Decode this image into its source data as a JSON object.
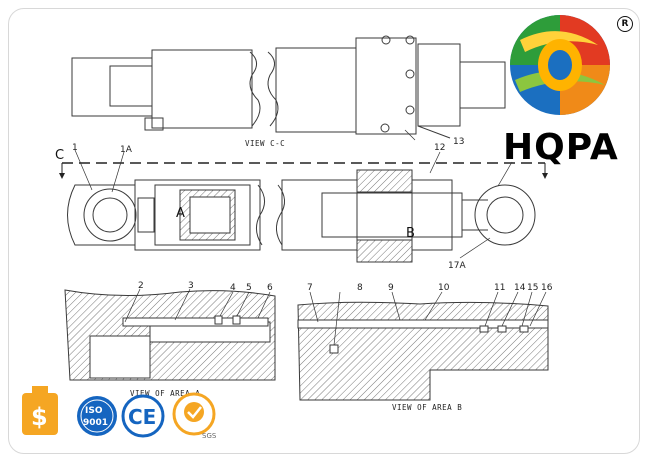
{
  "brand": {
    "name": "HQPA",
    "registered": "R"
  },
  "views": {
    "c_c": "VIEW C-C",
    "area_a": "VIEW OF AREA A",
    "area_b": "VIEW OF AREA B"
  },
  "section_marker": "C",
  "callouts": {
    "c1": "1",
    "c1a": "1A",
    "c12": "12",
    "c13": "13",
    "c17a": "17A",
    "c2": "2",
    "c3": "3",
    "c4": "4",
    "c5": "5",
    "c6": "6",
    "c7": "7",
    "c8": "8",
    "c9": "9",
    "c10": "10",
    "c11": "11",
    "c14": "14",
    "c15": "15",
    "c16": "16"
  },
  "area_letters": {
    "a": "A",
    "b": "B"
  },
  "badges": {
    "iso_top": "ISO",
    "iso_num": "9001",
    "ce": "CE",
    "sgs": "SGS",
    "dollar": "$"
  },
  "colors": {
    "line": "#3a3a3a",
    "hatch": "#555555",
    "logo_green": "#2e9d3a",
    "logo_orange": "#f08a18",
    "logo_blue": "#1b6fc0",
    "logo_red": "#e23a22",
    "iso_blue": "#1565c0",
    "badge_orange": "#f5a623"
  }
}
